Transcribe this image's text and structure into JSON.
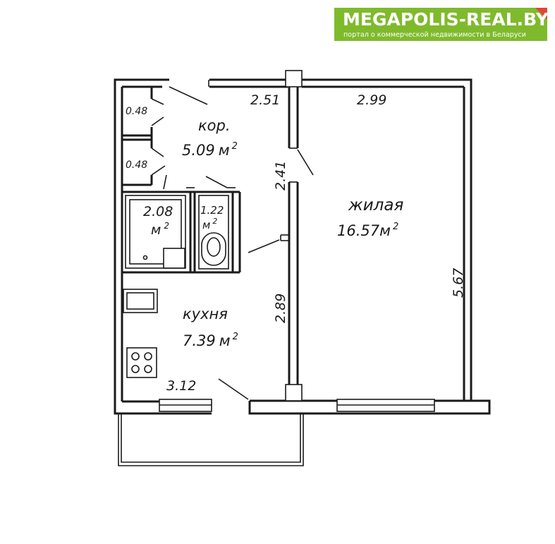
{
  "banner": {
    "title": "MEGAPOLIS-REAL.BY",
    "subtitle": "портал о коммерческой недвижимости в Беларуси",
    "bg_color": "#7fba2c",
    "accent_color": "#e0463a"
  },
  "rooms": {
    "corridor": {
      "name": "кор.",
      "area": "5.09"
    },
    "living": {
      "name": "жилая",
      "area": "16.57"
    },
    "kitchen": {
      "name": "кухня",
      "area": "7.39"
    },
    "bath": {
      "area": "2.08"
    },
    "toilet": {
      "area": "1.22"
    },
    "closet_top": {
      "area": "0.48"
    },
    "closet_bottom": {
      "area": "0.48"
    }
  },
  "units": {
    "area": "м",
    "power": "2"
  },
  "dimensions": {
    "corridor_width": "2.51",
    "living_width": "2.99",
    "partition_upper": "2.41",
    "partition_lower": "2.89",
    "living_height": "5.67",
    "kitchen_width": "3.12"
  }
}
